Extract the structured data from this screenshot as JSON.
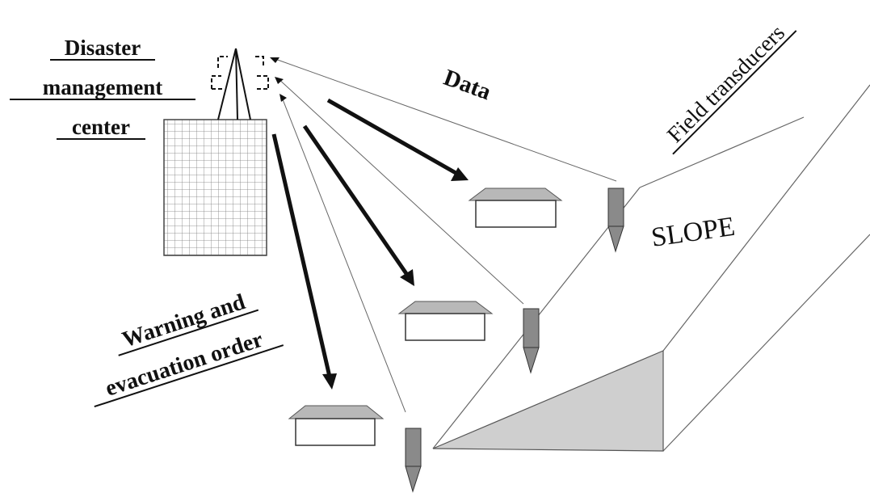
{
  "center": {
    "lines": [
      "Disaster",
      "management",
      "center"
    ]
  },
  "data_label": "Data",
  "transducers_label": "Field transducers",
  "slope_label": "SLOPE",
  "warning": {
    "lines": [
      "Warning and",
      "evacuation order"
    ]
  },
  "colors": {
    "ink": "#111111",
    "line": "#666666",
    "grid": "#7a7a7a",
    "roof": "#b8b8b8",
    "transducer": "#8a8a8a",
    "slope_face": "#cfcfcf"
  },
  "icons": {
    "building": "grid-building-icon",
    "antenna": "antenna-tower-icon",
    "house": "house-icon",
    "transducer": "transducer-probe-icon",
    "arrow": "warning-arrow-icon"
  }
}
